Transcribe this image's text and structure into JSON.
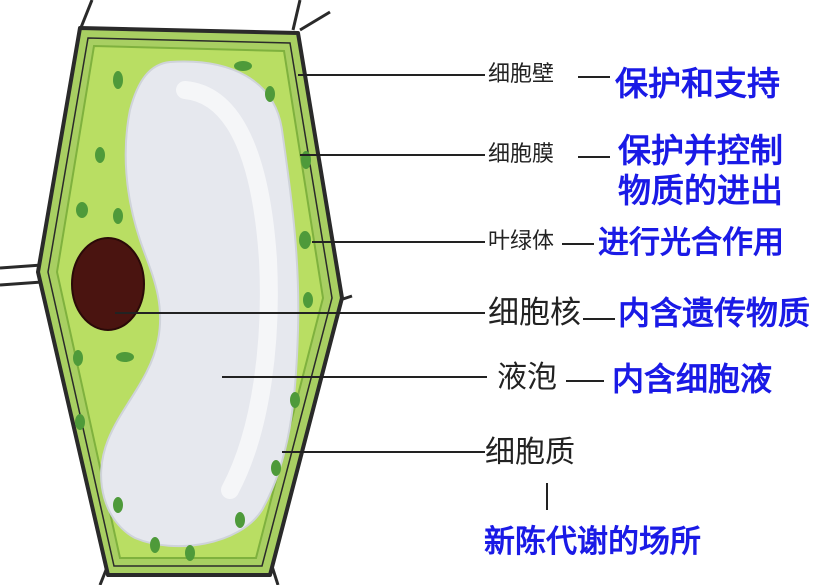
{
  "colors": {
    "wall_fill": "#a8cf62",
    "wall_line": "#2a2a2a",
    "cytoplasm": "#b9de63",
    "chloroplast": "#4e9a3a",
    "vacuole": "#e6e8ee",
    "nucleus": "#4a1410",
    "label_text": "#222222",
    "function_text": "#1a1ae6"
  },
  "labels": [
    {
      "part": "细胞壁",
      "function": "保护和支持"
    },
    {
      "part": "细胞膜",
      "function": "保护并控制",
      "function_line2": "物质的进出"
    },
    {
      "part": "叶绿体",
      "function": "进行光合作用"
    },
    {
      "part": "细胞核",
      "function": "内含遗传物质"
    },
    {
      "part": "液泡",
      "function": "内含细胞液"
    },
    {
      "part": "细胞质",
      "function": "新陈代谢的场所"
    }
  ]
}
